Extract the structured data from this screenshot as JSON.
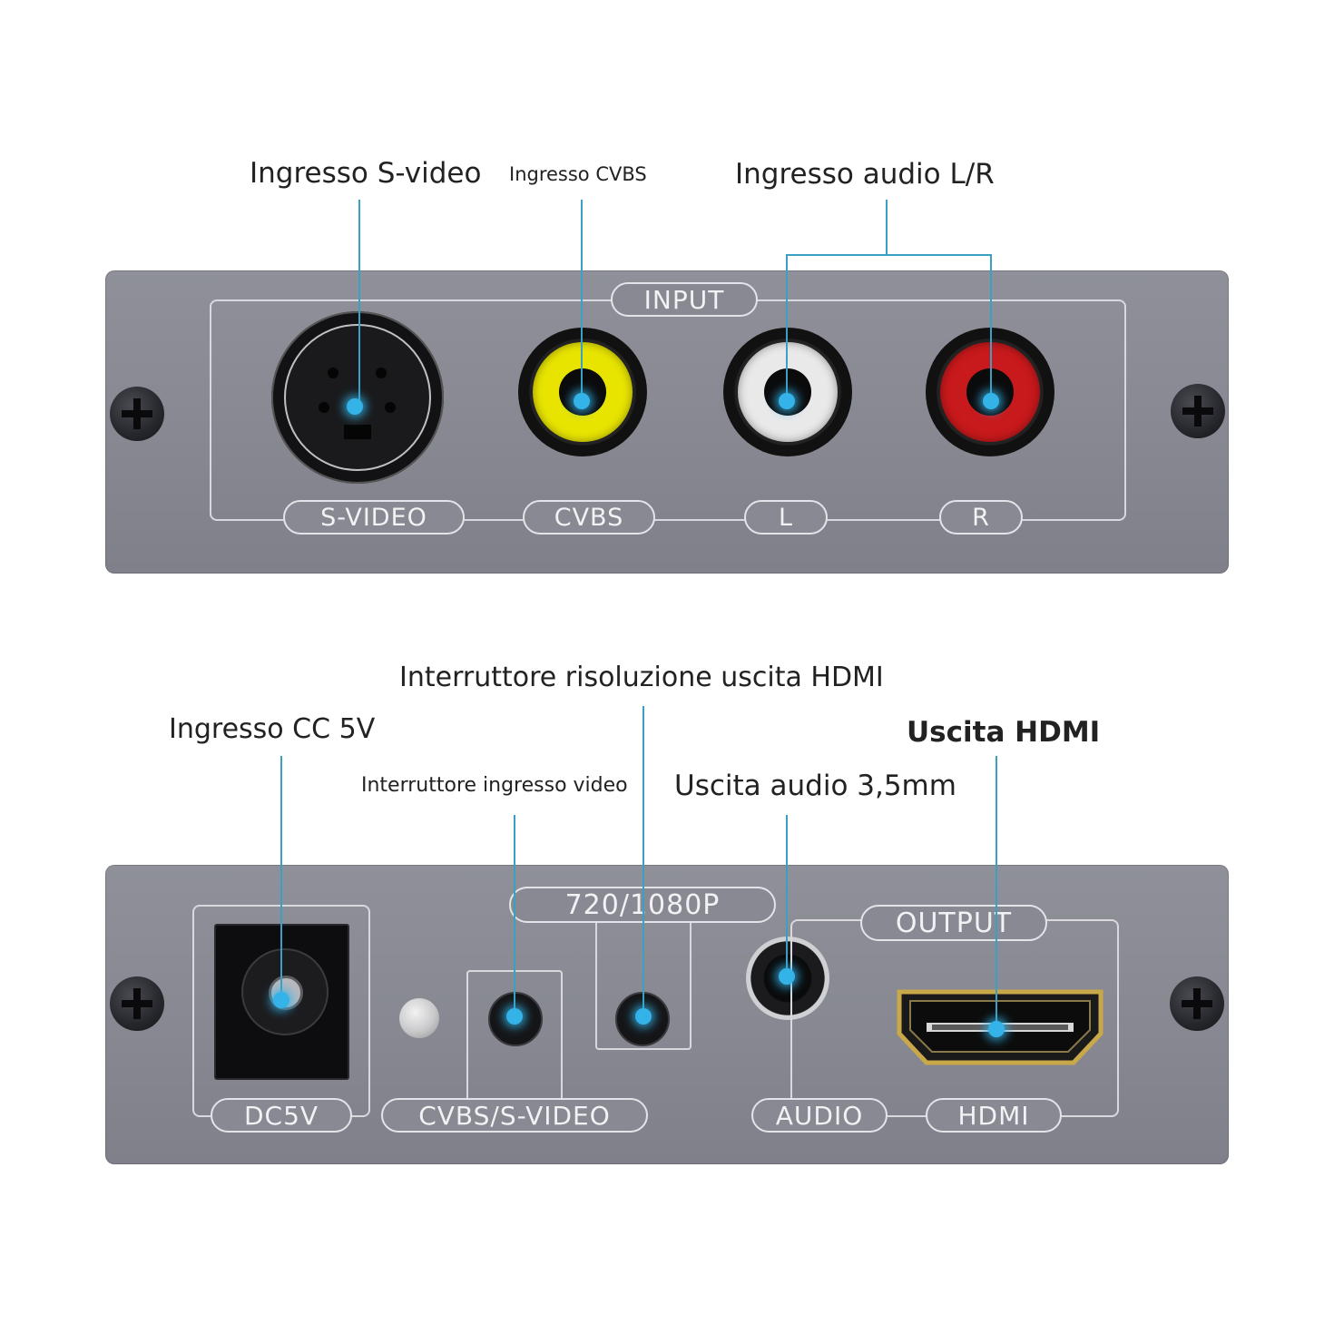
{
  "callouts": {
    "svideo_in": "Ingresso S-video",
    "cvbs_in": "Ingresso CVBS",
    "audio_lr_in": "Ingresso audio L/R",
    "hdmi_res_switch": "Interruttore risoluzione uscita HDMI",
    "dc_in": "Ingresso CC 5V",
    "hdmi_out": "Uscita HDMI",
    "video_in_switch": "Interruttore ingresso video",
    "audio_out": "Uscita audio 3,5mm"
  },
  "top_panel": {
    "group_label": "INPUT",
    "port_labels": [
      "S-VIDEO",
      "CVBS",
      "L",
      "R"
    ]
  },
  "bottom_panel": {
    "dc_label": "DC5V",
    "res_label": "720/1080P",
    "switch_label": "CVBS/S-VIDEO",
    "output_label": "OUTPUT",
    "audio_label": "AUDIO",
    "hdmi_label": "HDMI"
  },
  "colors": {
    "leader": "#3aa0c4",
    "panel": "#878891",
    "cvbs_ring": "#e8e400",
    "left_ring": "#e9e9ea",
    "right_ring": "#c8191c"
  }
}
